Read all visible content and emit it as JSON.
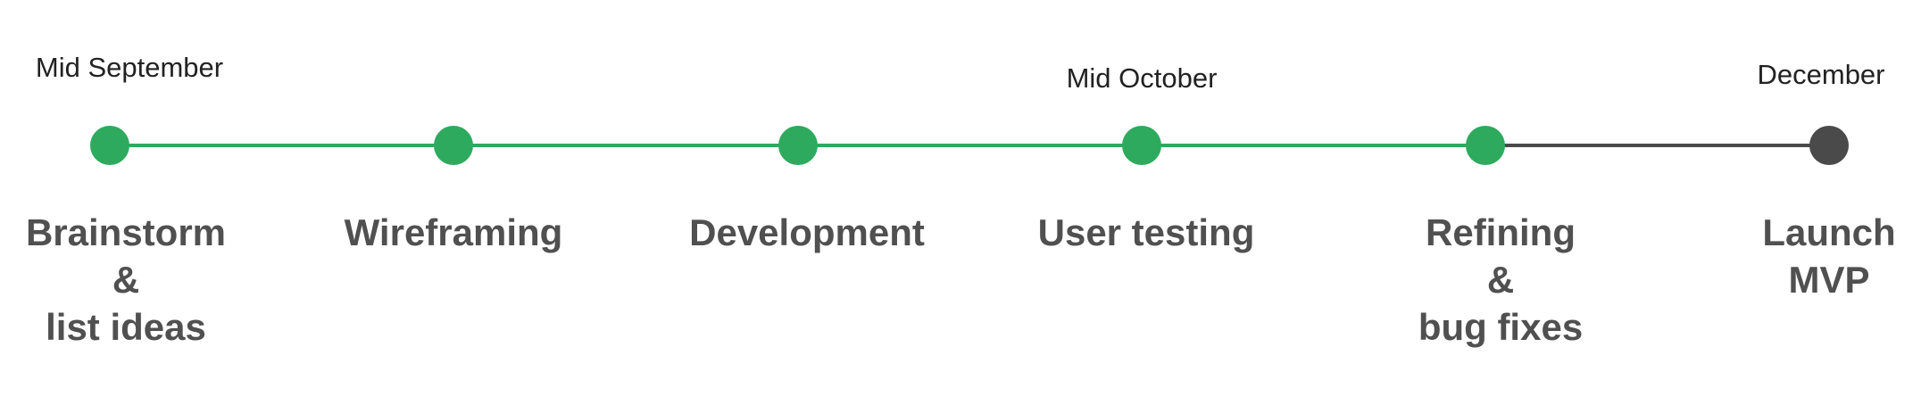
{
  "colors": {
    "done": "#2eaa5e",
    "pending": "#4a4a4a",
    "label": "#505050",
    "date": "#222222"
  },
  "timeline": {
    "milestones": [
      {
        "date": "Mid September",
        "lines": [
          "Brainstorm",
          "&",
          "list ideas"
        ],
        "status": "done"
      },
      {
        "date": "",
        "lines": [
          "Wireframing"
        ],
        "status": "done"
      },
      {
        "date": "",
        "lines": [
          "Development"
        ],
        "status": "done"
      },
      {
        "date": "Mid October",
        "lines": [
          "User testing"
        ],
        "status": "done"
      },
      {
        "date": "",
        "lines": [
          "Refining",
          "&",
          "bug fixes"
        ],
        "status": "done"
      },
      {
        "date": "December",
        "lines": [
          "Launch",
          "MVP"
        ],
        "status": "pending"
      }
    ]
  }
}
